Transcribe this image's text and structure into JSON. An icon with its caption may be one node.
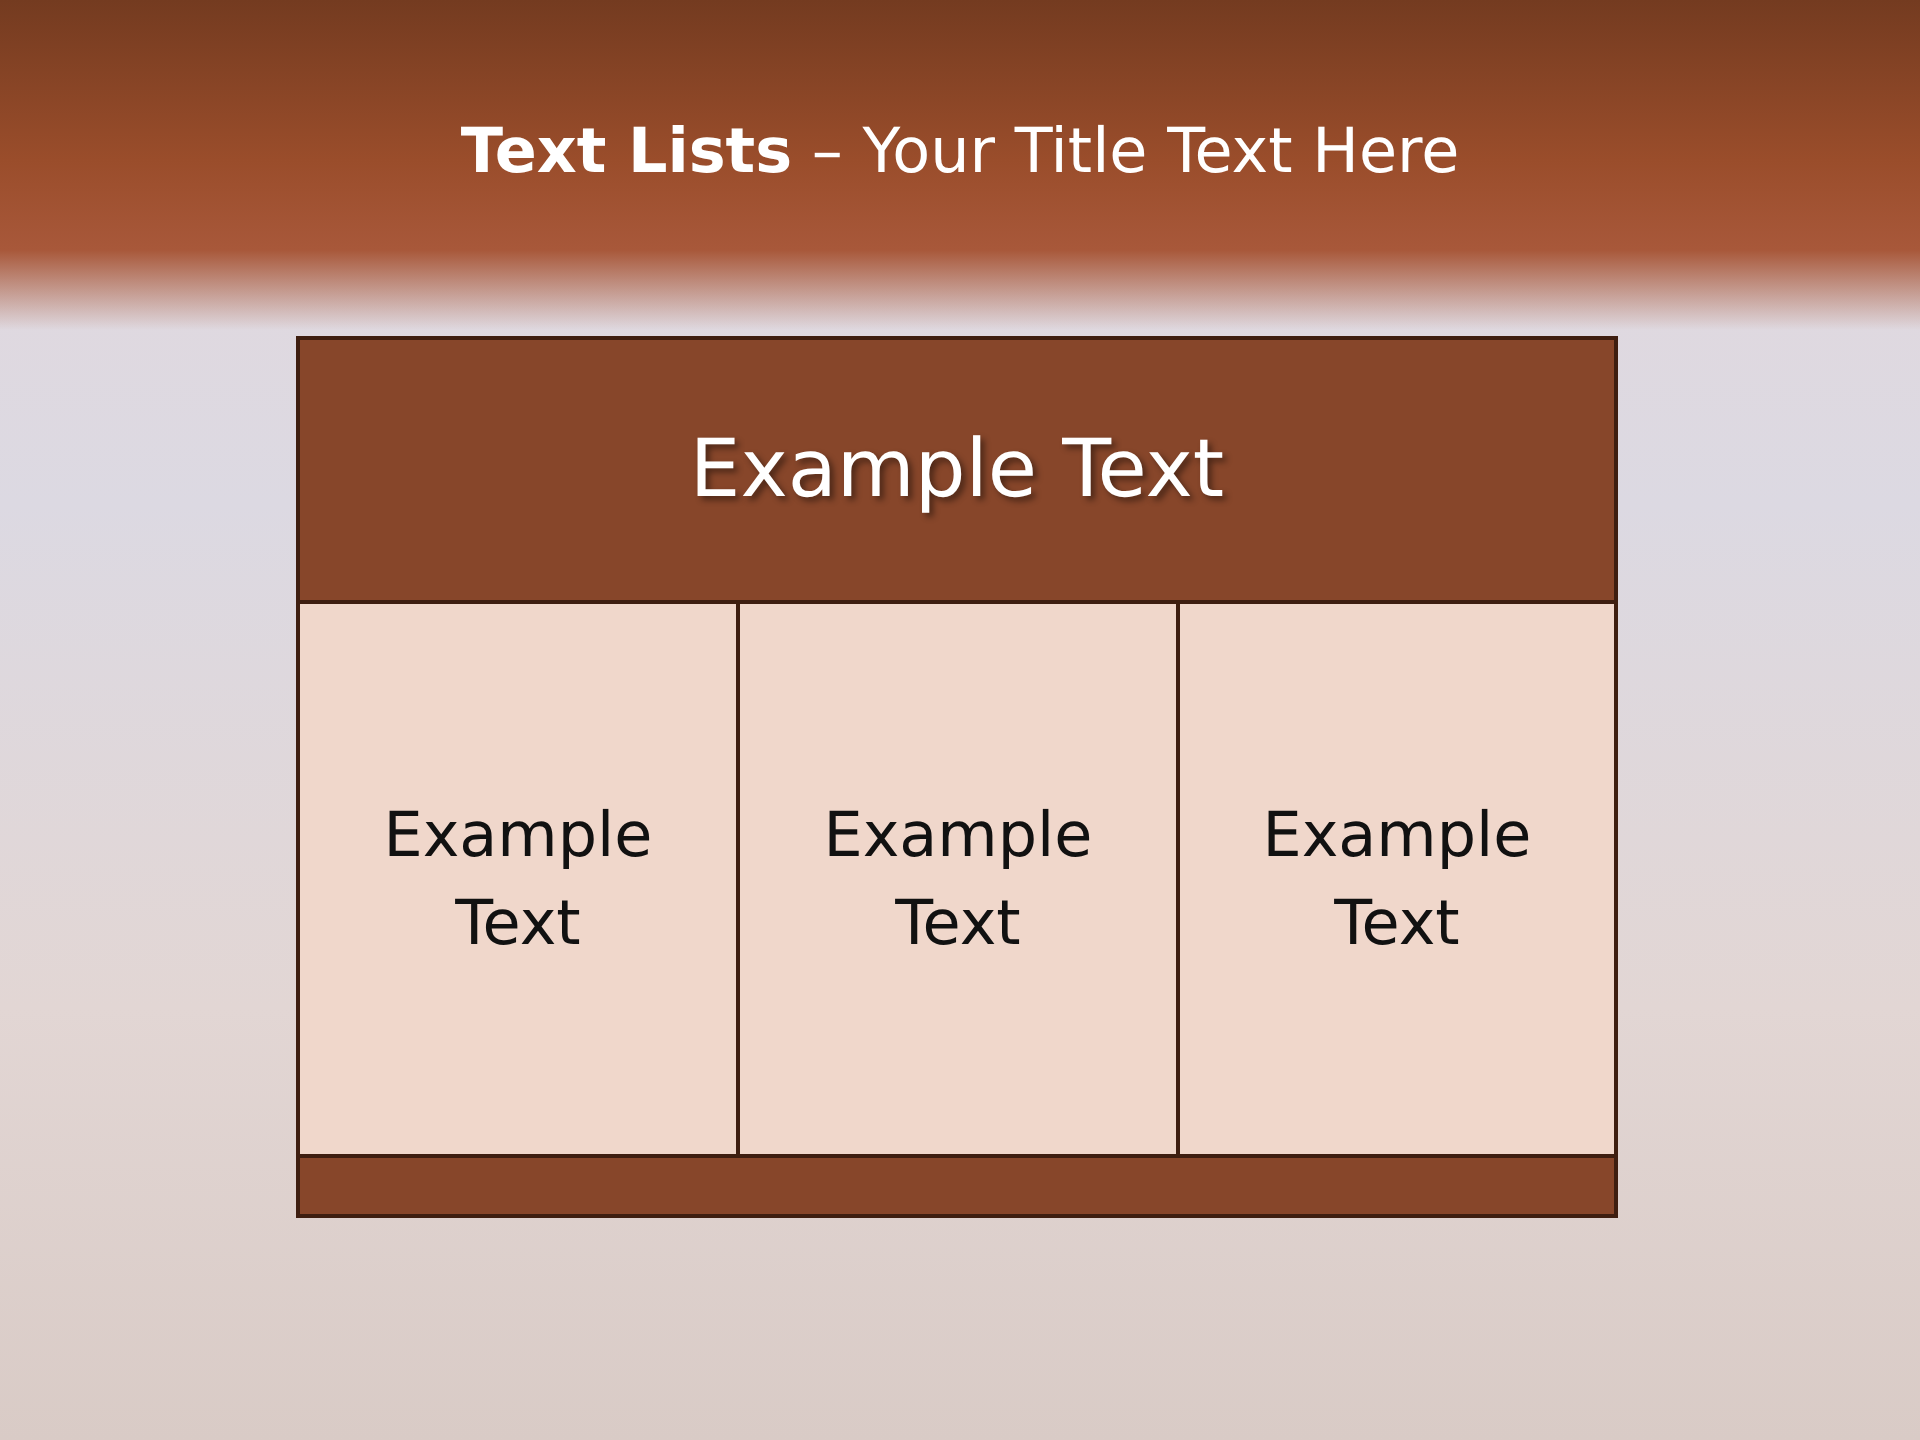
{
  "diagram": {
    "title": "**Text Lists** – Your Title Text Here",
    "nodes": [
      {
        "text": [
          "Example Text"
        ]
      },
      {
        "text": [
          "Example Text"
        ]
      },
      {
        "text": [
          "Example Text"
        ]
      },
      {
        "text": [
          "Example Text"
        ]
      },
      {
        "text": [],
        "shape": "bar"
      }
    ]
  }
}
